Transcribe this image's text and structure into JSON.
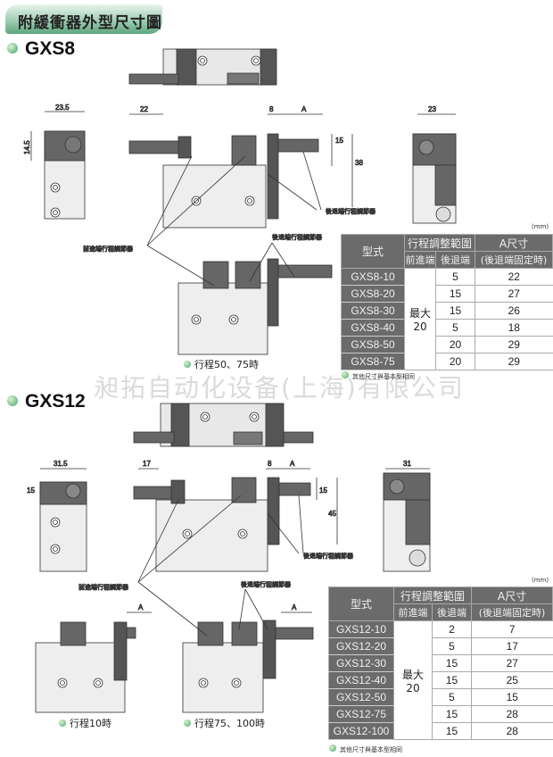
{
  "header": {
    "title": "附緩衝器外型尺寸圖"
  },
  "gxs8": {
    "title": "GXS8",
    "dims": {
      "w_side": "23.5",
      "h_side": "14.5",
      "rod": "22",
      "gap": "8",
      "a": "A",
      "h15": "15",
      "h38": "38",
      "w_end": "23"
    },
    "labels": {
      "rear_adjuster": "後退端行程調節器",
      "front_adjuster": "前進端行程調節器",
      "rear_adjuster_2": "後退端行程調節器"
    },
    "caption": "行程50、75時",
    "table": {
      "unit": "(mm)",
      "headers": {
        "model": "型式",
        "range": "行程調整範圍",
        "front": "前進端",
        "rear": "後退端",
        "a_size": "A尺寸",
        "a_note": "(後退端固定時)"
      },
      "front_value": "最大\n20",
      "front_max": "最大",
      "front_num": "20",
      "rows": [
        {
          "model": "GXS8-10",
          "rear": "5",
          "a": "22"
        },
        {
          "model": "GXS8-20",
          "rear": "15",
          "a": "27"
        },
        {
          "model": "GXS8-30",
          "rear": "15",
          "a": "26"
        },
        {
          "model": "GXS8-40",
          "rear": "5",
          "a": "18"
        },
        {
          "model": "GXS8-50",
          "rear": "20",
          "a": "29"
        },
        {
          "model": "GXS8-75",
          "rear": "20",
          "a": "29"
        }
      ],
      "note": "其他尺寸與基本型相同"
    }
  },
  "watermark": "昶拓自动化设备(上海)有限公司",
  "gxs12": {
    "title": "GXS12",
    "dims": {
      "w_side": "31.5",
      "h_side": "15",
      "rod": "17",
      "gap": "8",
      "a": "A",
      "h15": "15",
      "h45": "45",
      "w_end": "31",
      "a_small1": "A",
      "a_small2": "A"
    },
    "labels": {
      "rear_adjuster": "後退端行程調節器",
      "front_adjuster": "前進端行程調節器",
      "rear_adjuster_2": "後退端行程調節器"
    },
    "captions": {
      "stroke10": "行程10時",
      "stroke75_100": "行程75、100時"
    },
    "table": {
      "unit": "(mm)",
      "headers": {
        "model": "型式",
        "range": "行程調整範圍",
        "front": "前進端",
        "rear": "後退端",
        "a_size": "A尺寸",
        "a_note": "(後退端固定時)"
      },
      "front_max": "最大",
      "front_num": "20",
      "rows": [
        {
          "model": "GXS12-10",
          "rear": "2",
          "a": "7"
        },
        {
          "model": "GXS12-20",
          "rear": "5",
          "a": "17"
        },
        {
          "model": "GXS12-30",
          "rear": "15",
          "a": "27"
        },
        {
          "model": "GXS12-40",
          "rear": "15",
          "a": "25"
        },
        {
          "model": "GXS12-50",
          "rear": "5",
          "a": "15"
        },
        {
          "model": "GXS12-75",
          "rear": "15",
          "a": "28"
        },
        {
          "model": "GXS12-100",
          "rear": "15",
          "a": "28"
        }
      ],
      "note": "其他尺寸與基本型相同"
    }
  }
}
